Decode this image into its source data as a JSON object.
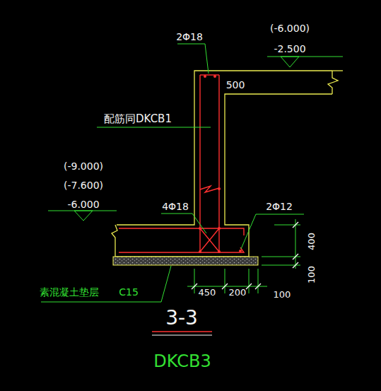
{
  "diagram": {
    "title": "3-3",
    "caption": "DKCB3",
    "labels": [
      "2Φ18",
      "(-6.000)",
      "-2.500",
      "500",
      "配筋同DKCB1",
      "(-9.000)",
      "(-7.600)",
      "-6.000",
      "4Φ18",
      "2Φ12",
      "400",
      "100",
      "450",
      "200",
      "100",
      "素混凝土垫层",
      "C15"
    ]
  }
}
